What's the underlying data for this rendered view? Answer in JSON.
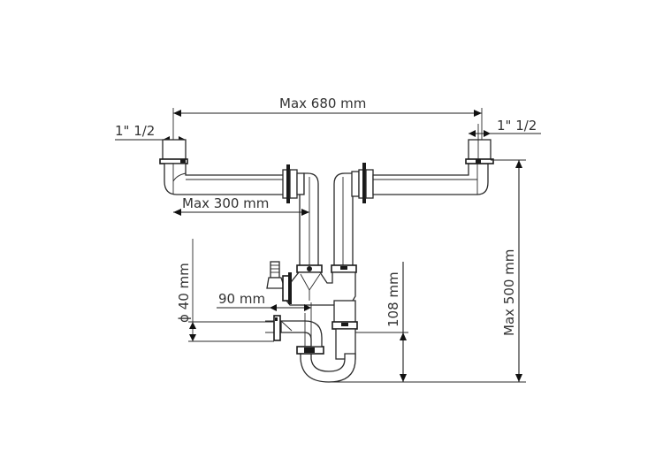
{
  "diagram": {
    "title": "Double sink siphon installation dimensions",
    "background": "#ffffff",
    "line_color": "#2a2a2a",
    "text_color": "#333333",
    "labels": {
      "max_width": "Max 680 mm",
      "inlet_left": "1\" 1/2",
      "inlet_right": "1\" 1/2",
      "max_arm": "Max 300 mm",
      "outlet_diameter": "ϕ 40 mm",
      "outlet_offset": "90 mm",
      "trap_height": "108 mm",
      "max_height": "Max 500 mm"
    },
    "components": [
      "left-sink-inlet",
      "right-sink-inlet",
      "left-horizontal-arm",
      "right-horizontal-arm",
      "left-vertical-drop",
      "right-vertical-drop",
      "tee-junction",
      "hose-barb-connector",
      "side-outlet-40mm",
      "p-trap-bend"
    ]
  }
}
